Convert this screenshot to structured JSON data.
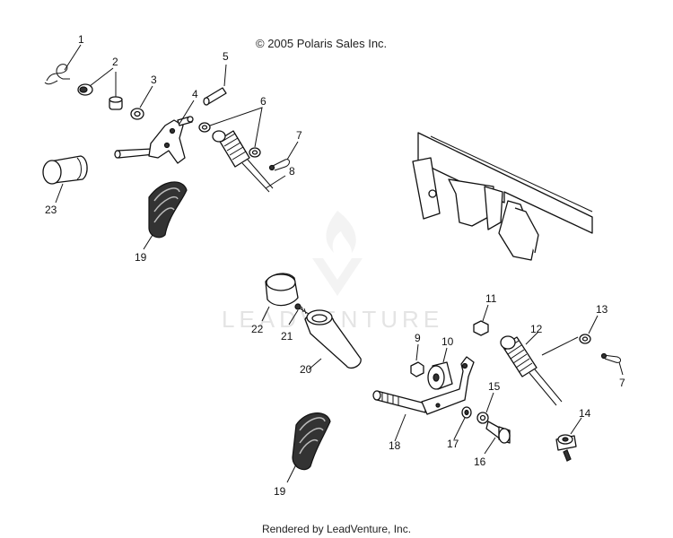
{
  "copyright": "© 2005 Polaris Sales Inc.",
  "watermark": "LEADVENTURE",
  "footer": "Rendered by LeadVenture, Inc.",
  "callouts": {
    "c1": "1",
    "c2": "2",
    "c3": "3",
    "c4": "4",
    "c5": "5",
    "c6": "6",
    "c7a": "7",
    "c8": "8",
    "c23": "23",
    "c19a": "19",
    "c22": "22",
    "c21": "21",
    "c20": "20",
    "c11": "11",
    "c12": "12",
    "c13": "13",
    "c7b": "7",
    "c9": "9",
    "c10": "10",
    "c15": "15",
    "c14": "14",
    "c18": "18",
    "c17": "17",
    "c16": "16",
    "c19b": "19"
  }
}
